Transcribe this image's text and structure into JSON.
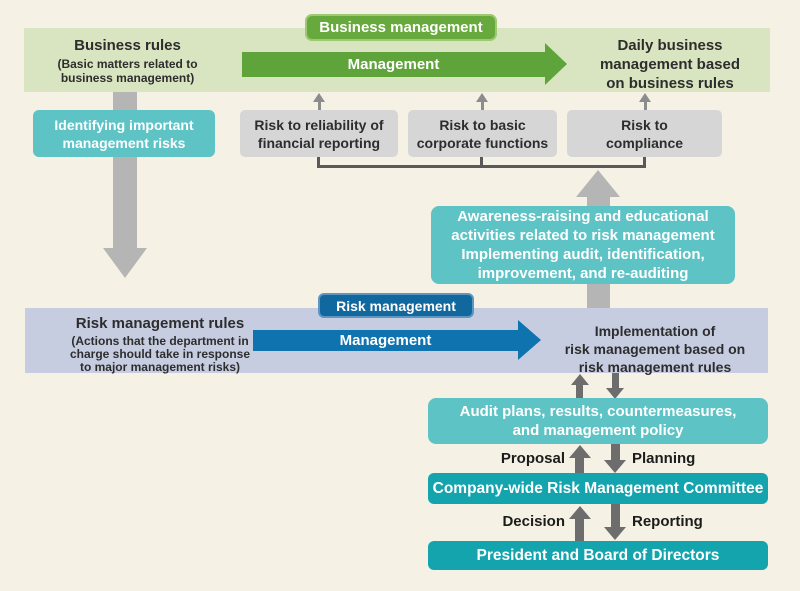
{
  "colors": {
    "bg": "#f5f1e5",
    "band-green": "#d9e5c1",
    "green-badge": "#67a93c",
    "green-badge-border": "#9fc873",
    "green-arrow": "#5ea43b",
    "teal": "#5ec3c5",
    "teal-dark": "#14a4ad",
    "gray-box": "#d6d6d6",
    "band-lav": "#c7cde1",
    "blue-badge": "#11689f",
    "blue-badge-border": "#5e95c1",
    "blue-arrow": "#0e73ae",
    "arrow-gray": "#b5b5b5",
    "arrow-small": "#8c8c8c",
    "arrow-mid": "#6d6d6d",
    "line-dark": "#595959",
    "text-dark": "#2d2d2d",
    "label-dark": "#1c1c1c"
  },
  "business_layer": {
    "title": "Business rules",
    "subtitle": "(Basic matters related to\nbusiness management)",
    "badge": "Business management",
    "arrow_label": "Management",
    "outcome": "Daily business\nmanagement based\non business rules"
  },
  "identify_box": "Identifying important\nmanagement risks",
  "risk_boxes": [
    {
      "label": "Risk to reliability of\nfinancial reporting"
    },
    {
      "label": "Risk to basic\ncorporate functions"
    },
    {
      "label": "Risk to\ncompliance"
    }
  ],
  "awareness_box": "Awareness-raising and educational\nactivities related to risk management\nImplementing audit, identification,\nimprovement, and re-auditing",
  "risk_layer": {
    "title": "Risk management rules",
    "subtitle": "(Actions that the department in\ncharge should take in response\nto major management risks)",
    "badge": "Risk management",
    "arrow_label": "Management",
    "outcome": "Implementation of\nrisk management based on\nrisk management rules"
  },
  "audit_box": "Audit plans, results, countermeasures,\nand management policy",
  "flow_labels": {
    "proposal": "Proposal",
    "planning": "Planning",
    "decision": "Decision",
    "reporting": "Reporting"
  },
  "committee_bar": "Company-wide Risk Management Committee",
  "president_bar": "President and Board of Directors"
}
